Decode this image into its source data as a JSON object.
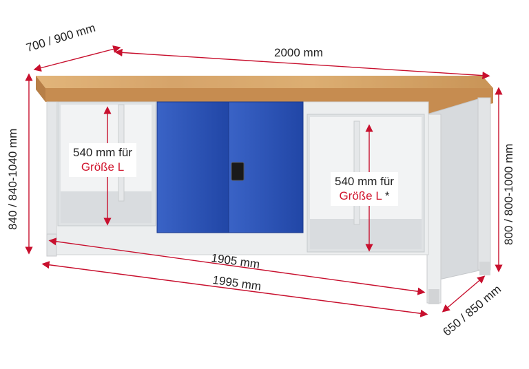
{
  "dimensions": {
    "width_top": "2000 mm",
    "depth_top": "700 / 900 mm",
    "height_left": "840 / 840-1040 mm",
    "height_right": "800 / 800-1000 mm",
    "inner_width": "1905 mm",
    "outer_width": "1995 mm",
    "frame_depth": "650 / 850 mm"
  },
  "compartment_left": {
    "height": "540 mm für",
    "size": "Größe L"
  },
  "compartment_right": {
    "height": "540 mm für",
    "size": "Größe L",
    "marker": "*"
  },
  "colors": {
    "worktop": "#d9a66a",
    "frame": "#e4e6e8",
    "door": "#2a52b8",
    "dimension_line": "#c8102e",
    "highlight_text": "#d0142c"
  }
}
